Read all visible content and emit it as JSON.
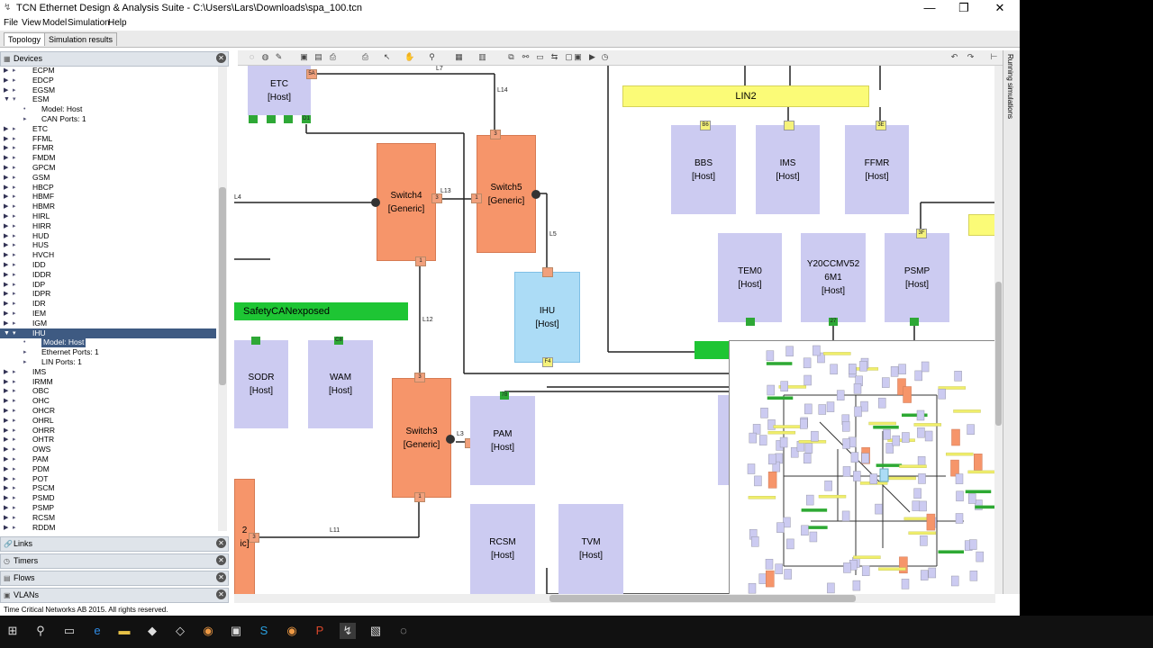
{
  "window": {
    "title": "TCN Ethernet Design & Analysis Suite - C:\\Users\\Lars\\Downloads\\spa_100.tcn",
    "minimize": "—",
    "restore": "❐",
    "close": "✕"
  },
  "menu": [
    "File",
    "View",
    "Model",
    "Simulation",
    "Help"
  ],
  "tabs": [
    "Topology",
    "Simulation results"
  ],
  "panels": {
    "devices": "Devices",
    "links": "Links",
    "timers": "Timers",
    "flows": "Flows",
    "vlans": "VLANs"
  },
  "tree": [
    {
      "text": "ECPM",
      "arrow": "▸",
      "indent": 0
    },
    {
      "text": "EDCP",
      "arrow": "▸",
      "indent": 0
    },
    {
      "text": "EGSM",
      "arrow": "▸",
      "indent": 0
    },
    {
      "text": "ESM",
      "arrow": "▾",
      "indent": 0
    },
    {
      "text": "Model: Host",
      "arrow": "•",
      "indent": 1
    },
    {
      "text": "CAN Ports: 1",
      "arrow": "▸",
      "indent": 1
    },
    {
      "text": "ETC",
      "arrow": "▸",
      "indent": 0
    },
    {
      "text": "FFML",
      "arrow": "▸",
      "indent": 0
    },
    {
      "text": "FFMR",
      "arrow": "▸",
      "indent": 0
    },
    {
      "text": "FMDM",
      "arrow": "▸",
      "indent": 0
    },
    {
      "text": "GPCM",
      "arrow": "▸",
      "indent": 0
    },
    {
      "text": "GSM",
      "arrow": "▸",
      "indent": 0
    },
    {
      "text": "HBCP",
      "arrow": "▸",
      "indent": 0
    },
    {
      "text": "HBMF",
      "arrow": "▸",
      "indent": 0
    },
    {
      "text": "HBMR",
      "arrow": "▸",
      "indent": 0
    },
    {
      "text": "HIRL",
      "arrow": "▸",
      "indent": 0
    },
    {
      "text": "HIRR",
      "arrow": "▸",
      "indent": 0
    },
    {
      "text": "HUD",
      "arrow": "▸",
      "indent": 0
    },
    {
      "text": "HUS",
      "arrow": "▸",
      "indent": 0
    },
    {
      "text": "HVCH",
      "arrow": "▸",
      "indent": 0
    },
    {
      "text": "IDD",
      "arrow": "▸",
      "indent": 0
    },
    {
      "text": "IDDR",
      "arrow": "▸",
      "indent": 0
    },
    {
      "text": "IDP",
      "arrow": "▸",
      "indent": 0
    },
    {
      "text": "IDPR",
      "arrow": "▸",
      "indent": 0
    },
    {
      "text": "IDR",
      "arrow": "▸",
      "indent": 0
    },
    {
      "text": "IEM",
      "arrow": "▸",
      "indent": 0
    },
    {
      "text": "IGM",
      "arrow": "▸",
      "indent": 0
    },
    {
      "text": "IHU",
      "arrow": "▾",
      "indent": 0,
      "selected": true
    },
    {
      "text": "Model: Host",
      "arrow": "•",
      "indent": 1,
      "highlight": true
    },
    {
      "text": "Ethernet Ports: 1",
      "arrow": "▸",
      "indent": 1
    },
    {
      "text": "LIN Ports: 1",
      "arrow": "▸",
      "indent": 1
    },
    {
      "text": "IMS",
      "arrow": "▸",
      "indent": 0
    },
    {
      "text": "IRMM",
      "arrow": "▸",
      "indent": 0
    },
    {
      "text": "OBC",
      "arrow": "▸",
      "indent": 0
    },
    {
      "text": "OHC",
      "arrow": "▸",
      "indent": 0
    },
    {
      "text": "OHCR",
      "arrow": "▸",
      "indent": 0
    },
    {
      "text": "OHRL",
      "arrow": "▸",
      "indent": 0
    },
    {
      "text": "OHRR",
      "arrow": "▸",
      "indent": 0
    },
    {
      "text": "OHTR",
      "arrow": "▸",
      "indent": 0
    },
    {
      "text": "OWS",
      "arrow": "▸",
      "indent": 0
    },
    {
      "text": "PAM",
      "arrow": "▸",
      "indent": 0
    },
    {
      "text": "PDM",
      "arrow": "▸",
      "indent": 0
    },
    {
      "text": "POT",
      "arrow": "▸",
      "indent": 0
    },
    {
      "text": "PSCM",
      "arrow": "▸",
      "indent": 0
    },
    {
      "text": "PSMD",
      "arrow": "▸",
      "indent": 0
    },
    {
      "text": "PSMP",
      "arrow": "▸",
      "indent": 0
    },
    {
      "text": "RCSM",
      "arrow": "▸",
      "indent": 0
    },
    {
      "text": "RDDM",
      "arrow": "▸",
      "indent": 0
    }
  ],
  "nodes": {
    "etc": {
      "name": "ETC",
      "type": "[Host]"
    },
    "switch4": {
      "name": "Switch4",
      "type": "[Generic]"
    },
    "switch5": {
      "name": "Switch5",
      "type": "[Generic]"
    },
    "switch3": {
      "name": "Switch3",
      "type": "[Generic]"
    },
    "switch2": {
      "name": "2",
      "type": "ic]"
    },
    "ihu": {
      "name": "IHU",
      "type": "[Host]"
    },
    "sodr": {
      "name": "SODR",
      "type": "[Host]"
    },
    "wam": {
      "name": "WAM",
      "type": "[Host]"
    },
    "pam": {
      "name": "PAM",
      "type": "[Host]"
    },
    "rcsm": {
      "name": "RCSM",
      "type": "[Host]"
    },
    "tvm": {
      "name": "TVM",
      "type": "[Host]"
    },
    "bbs": {
      "name": "BBS",
      "type": "[Host]"
    },
    "ims": {
      "name": "IMS",
      "type": "[Host]"
    },
    "ffmr": {
      "name": "FFMR",
      "type": "[Host]"
    },
    "tem0": {
      "name": "TEM0",
      "type": "[Host]"
    },
    "y20": {
      "name": "Y20CCMV52\n6M1",
      "type": "[Host]"
    },
    "psmp": {
      "name": "PSMP",
      "type": "[Host]"
    }
  },
  "buses": {
    "lin2": "LIN2",
    "safetycan": "SafetyCANexposed"
  },
  "links": [
    "L14",
    "L13",
    "L4",
    "L5",
    "L12",
    "L11",
    "L7",
    "L3"
  ],
  "ports": [
    "5A",
    "D1",
    "3",
    "1",
    "3",
    "1",
    "1",
    "3",
    "1",
    "F4",
    "B6",
    "3E",
    "3F",
    "C8",
    "78",
    "27",
    "3"
  ],
  "right_panel": "Running simulations",
  "footer": "Time Critical Networks AB 2015. All rights reserved.",
  "taskbar_icons": [
    "windows-start",
    "search",
    "task-view",
    "edge",
    "file-explorer",
    "store",
    "app",
    "app",
    "chrome",
    "app",
    "skype",
    "chrome",
    "powerpoint",
    "app",
    "app",
    "app"
  ]
}
